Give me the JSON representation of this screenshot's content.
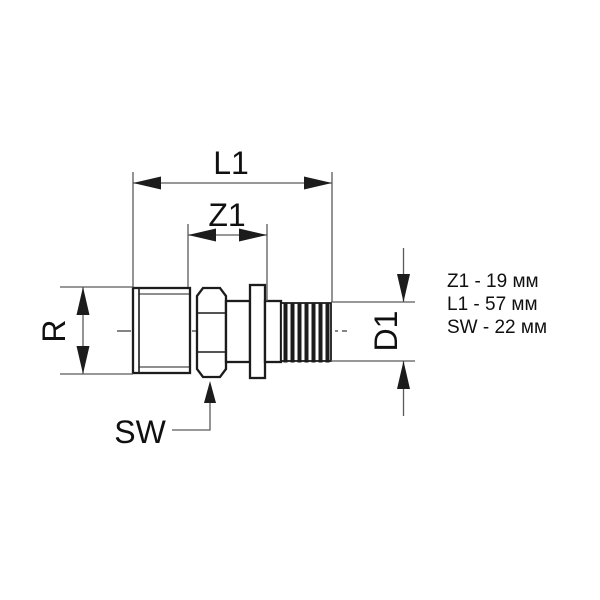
{
  "drawing": {
    "labels": {
      "l1": "L1",
      "z1": "Z1",
      "r": "R",
      "d1": "D1",
      "sw": "SW"
    },
    "specs": {
      "z1": "Z1 - 19 мм",
      "l1": "L1 - 57 мм",
      "sw": "SW - 22 мм"
    },
    "colors": {
      "outline": "#1c1c1c",
      "dimension_line": "#5a5a5a",
      "text": "#101010",
      "background": "#ffffff"
    }
  }
}
